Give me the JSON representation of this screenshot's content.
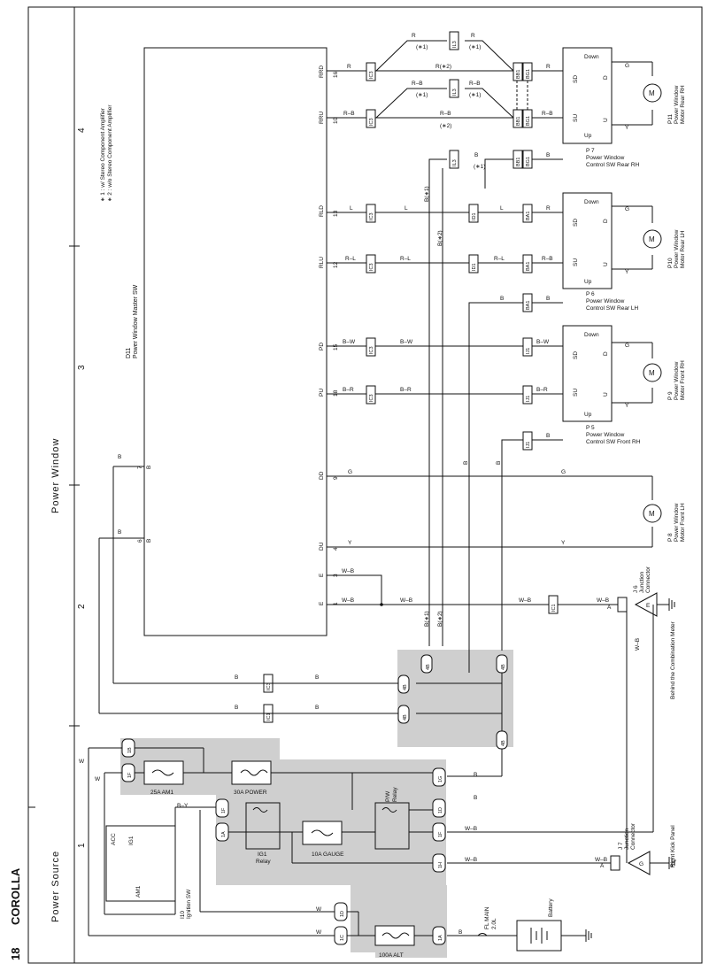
{
  "page": {
    "number": "18",
    "model": "COROLLA"
  },
  "systems": {
    "power_window": "Power Window",
    "power_source": "Power Source"
  },
  "zones": [
    "1",
    "2",
    "3",
    "4"
  ],
  "notes": [
    "∗ 1 : w/ Stereo Component Amplifier",
    "∗ 2 : w/o Stereo Component Amplifier"
  ],
  "components": {
    "master_sw": {
      "code": "D11",
      "name": "Power Window Master SW"
    },
    "p7": {
      "code": "P 7",
      "l1": "Power Window",
      "l2": "Control SW Rear RH"
    },
    "p6": {
      "code": "P 6",
      "l1": "Power Window",
      "l2": "Control SW Rear LH"
    },
    "p5": {
      "code": "P 5",
      "l1": "Power Window",
      "l2": "Control SW Front RH"
    },
    "p11": {
      "code": "P11",
      "l1": "Power Window",
      "l2": "Motor Rear RH"
    },
    "p10": {
      "code": "P10",
      "l1": "Power Window",
      "l2": "Motor Rear LH"
    },
    "p9": {
      "code": "P 9",
      "l1": "Power Window",
      "l2": "Motor Front RH"
    },
    "p8": {
      "code": "P 8",
      "l1": "Power Window",
      "l2": "Motor Front LH"
    },
    "j6": {
      "code": "J 6",
      "l1": "Junction",
      "l2": "Connector"
    },
    "j7": {
      "code": "J 7",
      "l1": "Junction",
      "l2": "Connector"
    },
    "ground1": "Behind the Combination Meter",
    "ground2": "Right Kick Panel",
    "ig_sw": {
      "code": "I10",
      "name": "Ignition SW"
    },
    "ig1_relay": {
      "l1": "IG1",
      "l2": "Relay"
    },
    "pw_relay": {
      "l1": "P/W",
      "l2": "Relay"
    },
    "fuse_am1": "25A AM1",
    "fuse_power": "30A POWER",
    "fuse_gauge": "10A GAUGE",
    "fuse_alt": "100A ALT",
    "fl_main": {
      "l1": "FL MAIN",
      "l2": "2.0L"
    },
    "battery": "Battery"
  },
  "ig_contacts": {
    "acc": "ACC",
    "ig1": "IG1",
    "am1": "AM1"
  },
  "terminals": [
    "RRD",
    "RRU",
    "RLD",
    "RLU",
    "PD",
    "PU",
    "DD",
    "DU",
    "E",
    "E"
  ],
  "pins": [
    "16",
    "10",
    "13",
    "12",
    "15",
    "18",
    "9",
    "4",
    "3",
    "1",
    "7",
    "6"
  ],
  "motor": "M",
  "switch": {
    "down": "Down",
    "up": "Up",
    "sd": "SD",
    "su": "SU",
    "d": "D",
    "u": "U"
  },
  "colors": {
    "r": "R",
    "rb": "R–B",
    "l": "L",
    "rl": "R–L",
    "bw": "B–W",
    "br": "B–R",
    "g": "G",
    "y": "Y",
    "b": "B",
    "wb": "W–B",
    "w": "W",
    "by": "B–Y"
  },
  "marks": {
    "s1": "(∗1)",
    "s2": "(∗2)",
    "r2": "R(∗2)",
    "b1": "B(∗1)",
    "b2": "B(∗2)"
  },
  "connectors": {
    "ic3": "IC3",
    "ic1": "IC1",
    "il3": "IL3",
    "bb1": "BB1",
    "bg1": "BG1",
    "id1": "ID1",
    "ba1": "BA1",
    "ij1": "IJ1",
    "4b": "4B",
    "1b": "1B",
    "1f": "1F",
    "1g": "1G",
    "1d": "1D",
    "1a": "1A",
    "1h": "1H",
    "1c": "1C"
  },
  "pin_labels": {
    "a": "A",
    "e": "E",
    "g": "G"
  }
}
